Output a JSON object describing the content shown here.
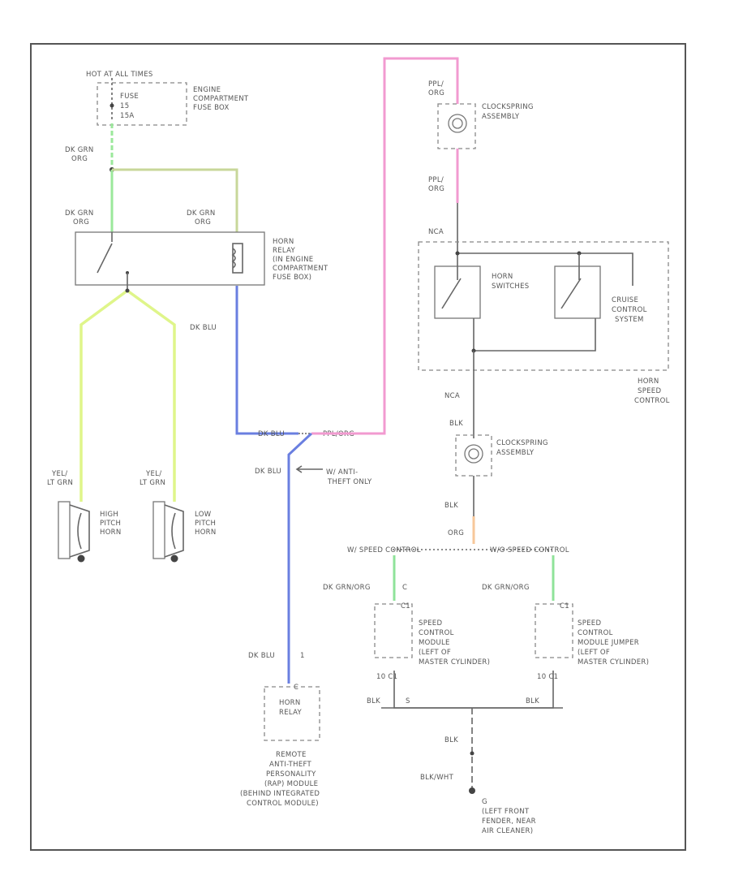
{
  "labels": {
    "hot_at_all_times": "HOT AT ALL TIMES",
    "fuse_a": "FUSE",
    "fuse_b": "15",
    "fuse_c": "15A",
    "ecfb_1": "ENGINE",
    "ecfb_2": "COMPARTMENT",
    "ecfb_3": "FUSE BOX",
    "top_dkgrn_1": "DK GRN",
    "top_dkgrn_2": "ORG",
    "relay_left_w1": "DK GRN",
    "relay_left_w2": "ORG",
    "relay_right_w1": "DK GRN",
    "relay_right_w2": "ORG",
    "horn_relay_1": "HORN",
    "horn_relay_2": "RELAY",
    "horn_relay_3": "(IN ENGINE",
    "horn_relay_4": "COMPARTMENT",
    "horn_relay_5": "FUSE BOX)",
    "dk_blu_relay": "DK BLU",
    "ppl_org_top_1": "PPL/",
    "ppl_org_top_2": "ORG",
    "cs_top_1": "CLOCKSPRING",
    "cs_top_2": "ASSEMBLY",
    "ppl_org_mid_1": "PPL/",
    "ppl_org_mid_2": "ORG",
    "nca_top": "NCA",
    "horn_switches_1": "HORN",
    "horn_switches_2": "SWITCHES",
    "cruise_1": "CRUISE",
    "cruise_2": "CONTROL",
    "cruise_3": "SYSTEM",
    "hsc_1": "HORN",
    "hsc_2": "SPEED",
    "hsc_3": "CONTROL",
    "nca_mid": "NCA",
    "blk_cs": "BLK",
    "cs_bot_1": "CLOCKSPRING",
    "cs_bot_2": "ASSEMBLY",
    "splice_left": "DK BLU",
    "splice_right": "PPL/ORG",
    "dk_blu_mid": "DK BLU",
    "anti_theft_1": "W/ ANTI-",
    "anti_theft_2": "THEFT ONLY",
    "yel_high_1": "YEL/",
    "yel_high_2": "LT GRN",
    "yel_low_1": "YEL/",
    "yel_low_2": "LT GRN",
    "high_horn_1": "HIGH",
    "high_horn_2": "PITCH",
    "high_horn_3": "HORN",
    "low_horn_1": "LOW",
    "low_horn_2": "PITCH",
    "low_horn_3": "HORN",
    "blk_mid": "BLK",
    "org_mid": "ORG",
    "w_speed": "W/ SPEED CONTROL",
    "wo_speed": "W/O SPEED CONTROL",
    "dk_grnorg_left": "DK GRN/ORG",
    "dk_grnorg_right": "DK GRN/ORG",
    "conn_left_num": "C",
    "scm1_1": "SPEED",
    "scm1_2": "CONTROL",
    "scm1_3": "MODULE",
    "scm1_4": "(LEFT OF",
    "scm1_5": "MASTER CYLINDER)",
    "scm2_1": "SPEED",
    "scm2_2": "CONTROL",
    "scm2_3": "MODULE JUMPER",
    "scm2_4": "(LEFT OF",
    "scm2_5": "MASTER CYLINDER)",
    "c_left_top": "C1",
    "c_right_top": "C1",
    "c_left_bot": "10  C1",
    "c_right_bot": "10  C1",
    "blk_left": "BLK",
    "blk_right": "BLK",
    "splice_num": "S",
    "dk_blu_low": "DK BLU",
    "dk_blu_low_num": "1",
    "horn_relay_conn": "C",
    "horn_relay_box_1": "HORN",
    "horn_relay_box_2": "RELAY",
    "rat_1": "REMOTE",
    "rat_2": "ANTI-THEFT",
    "rat_3": "PERSONALITY",
    "rat_4": "(RAP) MODULE",
    "rat_5": "(BEHIND INTEGRATED",
    "rat_6": "CONTROL MODULE)",
    "blk_ground": "BLK",
    "blkwht": "BLK/WHT",
    "g_1": "G",
    "g_2": "(LEFT FRONT",
    "g_3": "FENDER, NEAR",
    "g_4": "AIR CLEANER)"
  },
  "colors": {
    "dk_grn_org": "#9be89b",
    "dk_grn_org_relay": "#c8d79a",
    "yel_lt_grn": "#dff58a",
    "dk_blu": "#6a7fe0",
    "ppl_org": "#f29ad0",
    "org": "#f7c79a",
    "dk_grn_org_bot": "#8fe39a"
  }
}
